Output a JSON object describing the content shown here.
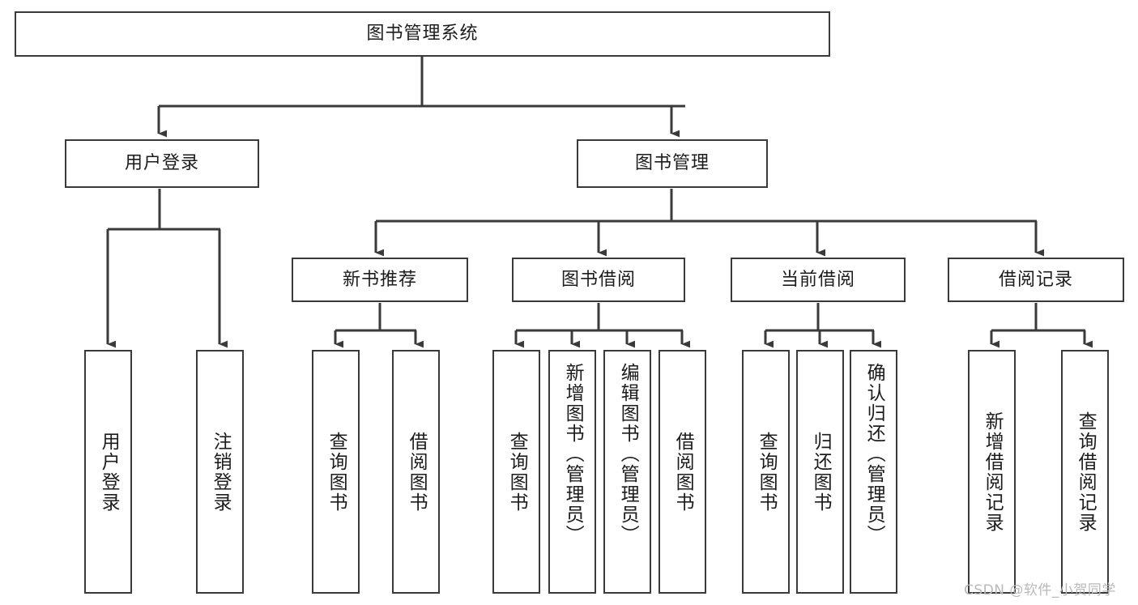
{
  "diagram": {
    "title_node": {
      "label": "图书管理系统"
    },
    "level2": [
      {
        "label": "用户登录"
      },
      {
        "label": "图书管理"
      }
    ],
    "level3": [
      {
        "label": "新书推荐"
      },
      {
        "label": "图书借阅"
      },
      {
        "label": "当前借阅"
      },
      {
        "label": "借阅记录"
      }
    ],
    "leaves": {
      "user_login": [
        {
          "label": "用户登录"
        },
        {
          "label": "注销登录"
        }
      ],
      "new_book_recommend": [
        {
          "label": "查询图书"
        },
        {
          "label": "借阅图书"
        }
      ],
      "book_borrow": [
        {
          "label": "查询图书"
        },
        {
          "label": "新增图书（管理员）"
        },
        {
          "label": "编辑图书（管理员）"
        },
        {
          "label": "借阅图书"
        }
      ],
      "current_borrow": [
        {
          "label": "查询图书"
        },
        {
          "label": "归还图书"
        },
        {
          "label": "确认归还（管理员）"
        }
      ],
      "borrow_record": [
        {
          "label": "新增借阅记录"
        },
        {
          "label": "查询借阅记录"
        }
      ]
    }
  },
  "watermark": {
    "text": "CSDN @软件_小贺同学"
  },
  "colors": {
    "border": "#3a3a3a",
    "text": "#1c1c1c",
    "background": "#ffffff",
    "watermark": "#b9b9b9"
  }
}
